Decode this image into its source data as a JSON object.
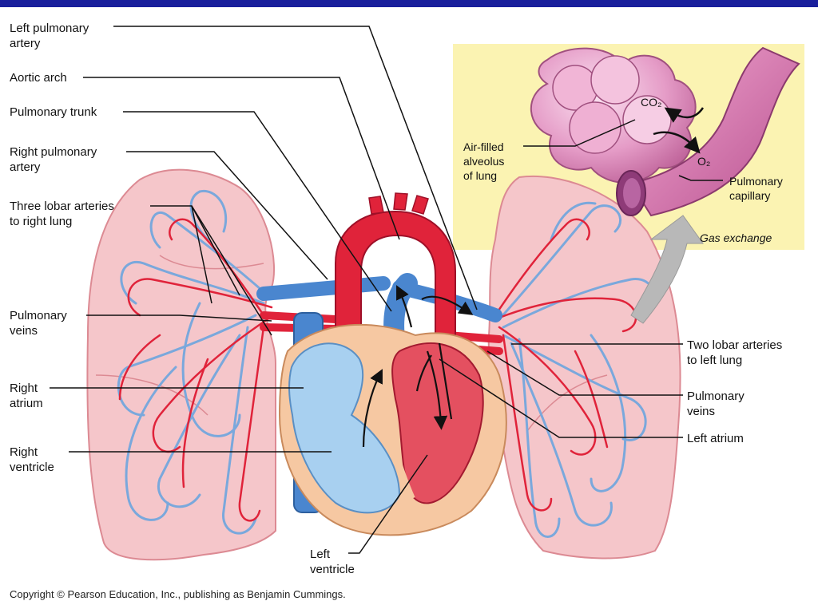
{
  "labels": {
    "left_pulmonary_artery": "Left pulmonary\nartery",
    "aortic_arch": "Aortic arch",
    "pulmonary_trunk": "Pulmonary trunk",
    "right_pulmonary_artery": "Right pulmonary\nartery",
    "three_lobar_arteries": "Three lobar arteries\nto right lung",
    "pulmonary_veins_left_side": "Pulmonary\nveins",
    "right_atrium": "Right\natrium",
    "right_ventricle": "Right\nventricle",
    "left_ventricle": "Left\nventricle",
    "two_lobar_arteries": "Two lobar arteries\nto left lung",
    "pulmonary_veins_right_side": "Pulmonary\nveins",
    "left_atrium": "Left atrium"
  },
  "inset": {
    "alveolus": "Air-filled\nalveolus\nof lung",
    "capillary": "Pulmonary\ncapillary",
    "co2": "CO₂",
    "o2": "O₂",
    "caption": "Gas exchange"
  },
  "copyright": "Copyright © Pearson Education, Inc., publishing as Benjamin Cummings.",
  "colors": {
    "header_bar": "#1a1f9c",
    "inset_background": "#fbf3b2",
    "lung_tissue": "#f4c2c6",
    "artery_red": "#e0233a",
    "vein_blue": "#6a9fd8",
    "leader_line": "#111111"
  }
}
